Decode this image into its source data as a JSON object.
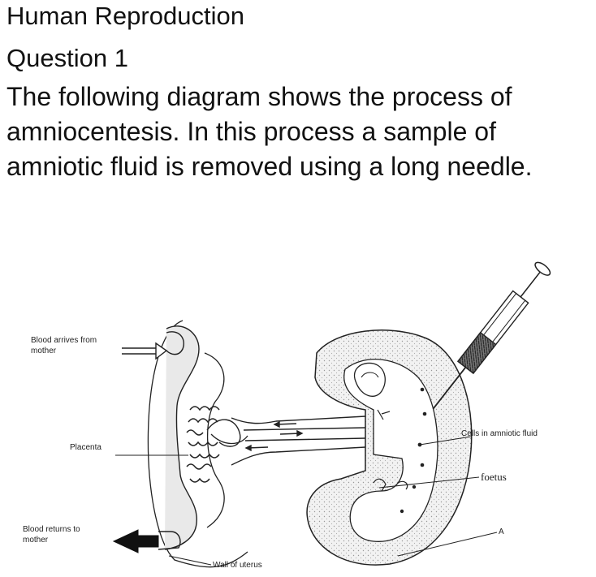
{
  "document": {
    "title": "Human Reproduction",
    "question": "Question 1",
    "paragraph_lines": [
      "The following diagram shows the process of",
      "amniocentesis. In this process a sample of",
      "amniotic fluid is removed using a long needle."
    ]
  },
  "diagram": {
    "labels": {
      "blood_arrives_line1": "Blood arrives from",
      "blood_arrives_line2": "mother",
      "placenta": "Placenta",
      "blood_returns_line1": "Blood returns to",
      "blood_returns_line2": "mother",
      "wall_of_uterus": "Wall of uterus",
      "cells_in_fluid": "Cells in amniotic fluid",
      "foetus": "foetus",
      "label_a": "A"
    }
  }
}
